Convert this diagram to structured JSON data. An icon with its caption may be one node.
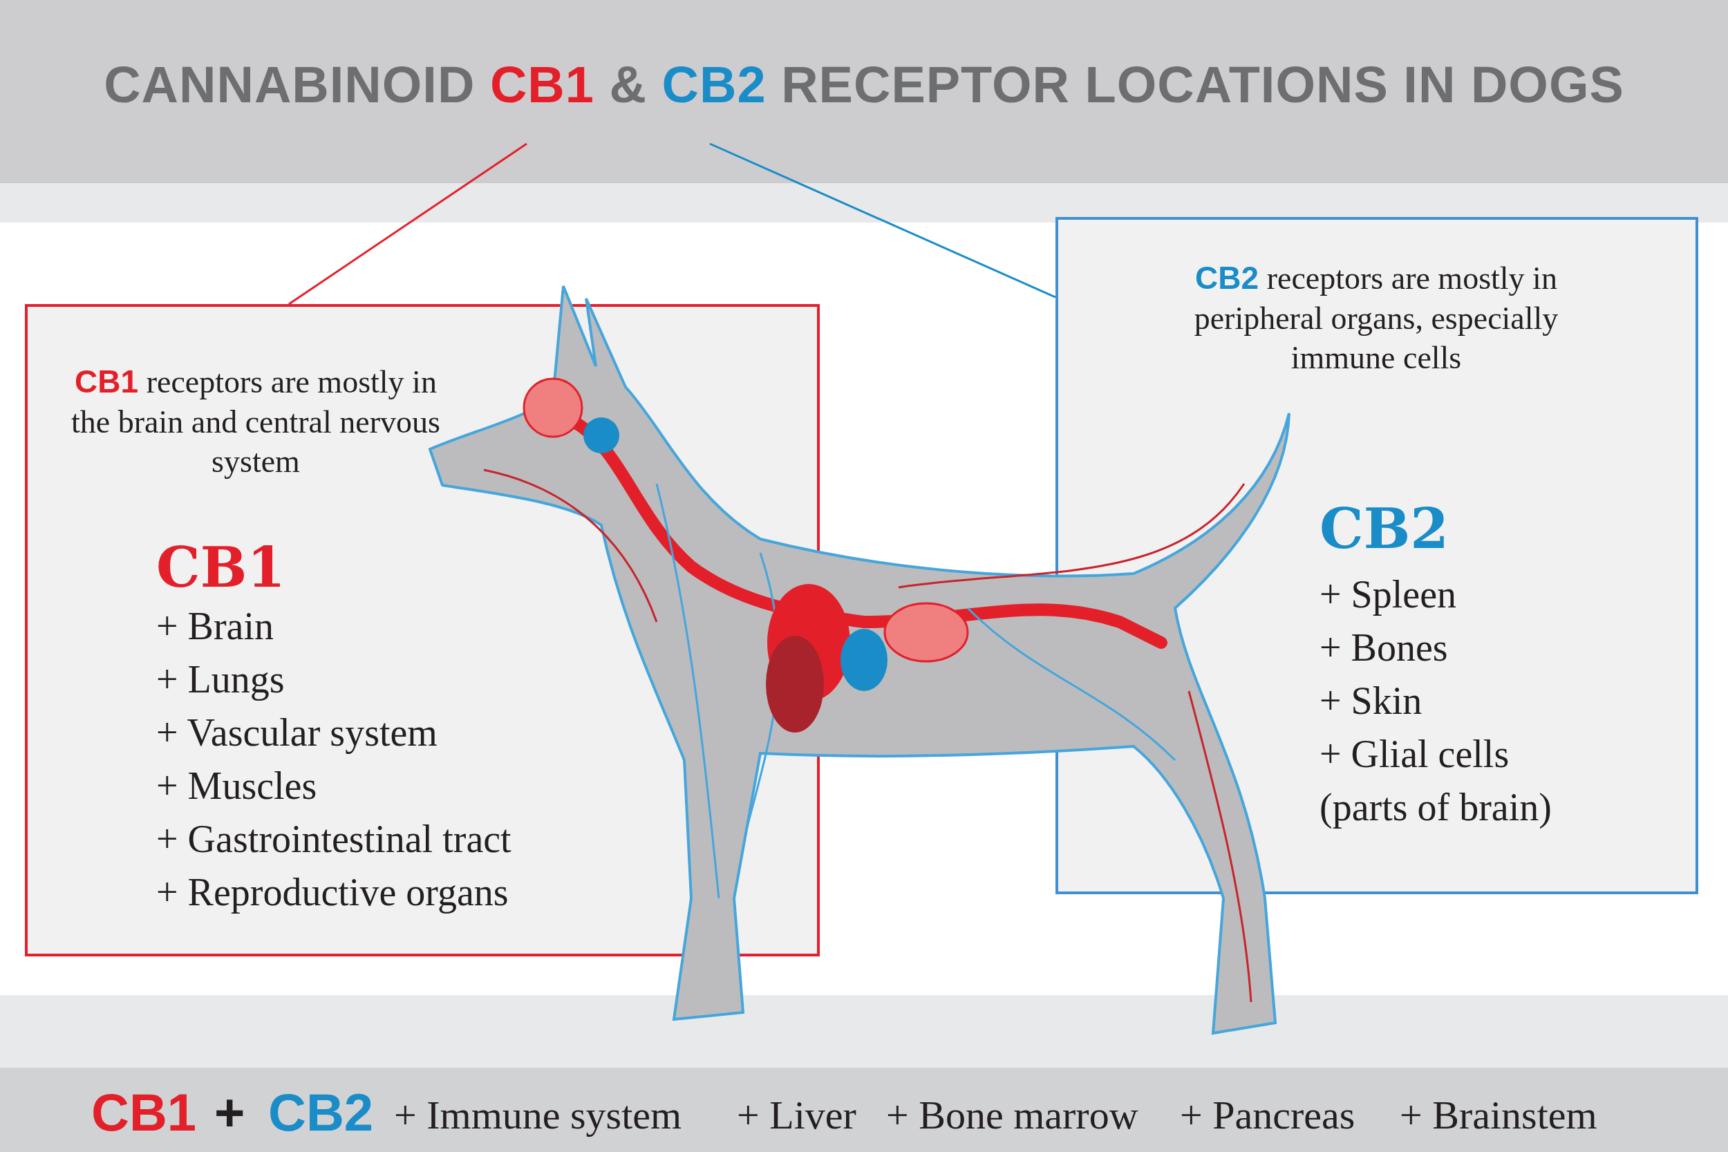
{
  "diagram": {
    "title": "CANNABINOID **CB1** & **CB2** RECEPTOR LOCATIONS IN DOGS",
    "nodes": [
      {
        "text": [
          "**CB1** receptors are mostly in the brain and central nervous system",
          "CB1",
          "+ Brain",
          "+ Lungs",
          "+ Vascular system",
          "+ Muscles",
          "+ Gastrointestinal tract",
          "+ Reproductive organs"
        ]
      },
      {
        "text": [
          "**CB2** receptors are mostly in peripheral organs, especially immune cells",
          "CB2",
          "+ Spleen",
          "+ Bones",
          "+ Skin",
          "+ Glial cells",
          "(parts of brain)"
        ]
      }
    ],
    "edges": [
      {
        "from": null,
        "to": 0,
        "arrow": "none",
        "color": "#e3202a"
      },
      {
        "from": null,
        "to": 1,
        "arrow": "none",
        "color": "#1a8cc7"
      }
    ],
    "labels": [
      "CB1",
      "+",
      "CB2",
      "+ Immune system",
      "+ Liver",
      "+ Bone marrow",
      "+ Pancreas",
      "+ Brainstem"
    ]
  }
}
